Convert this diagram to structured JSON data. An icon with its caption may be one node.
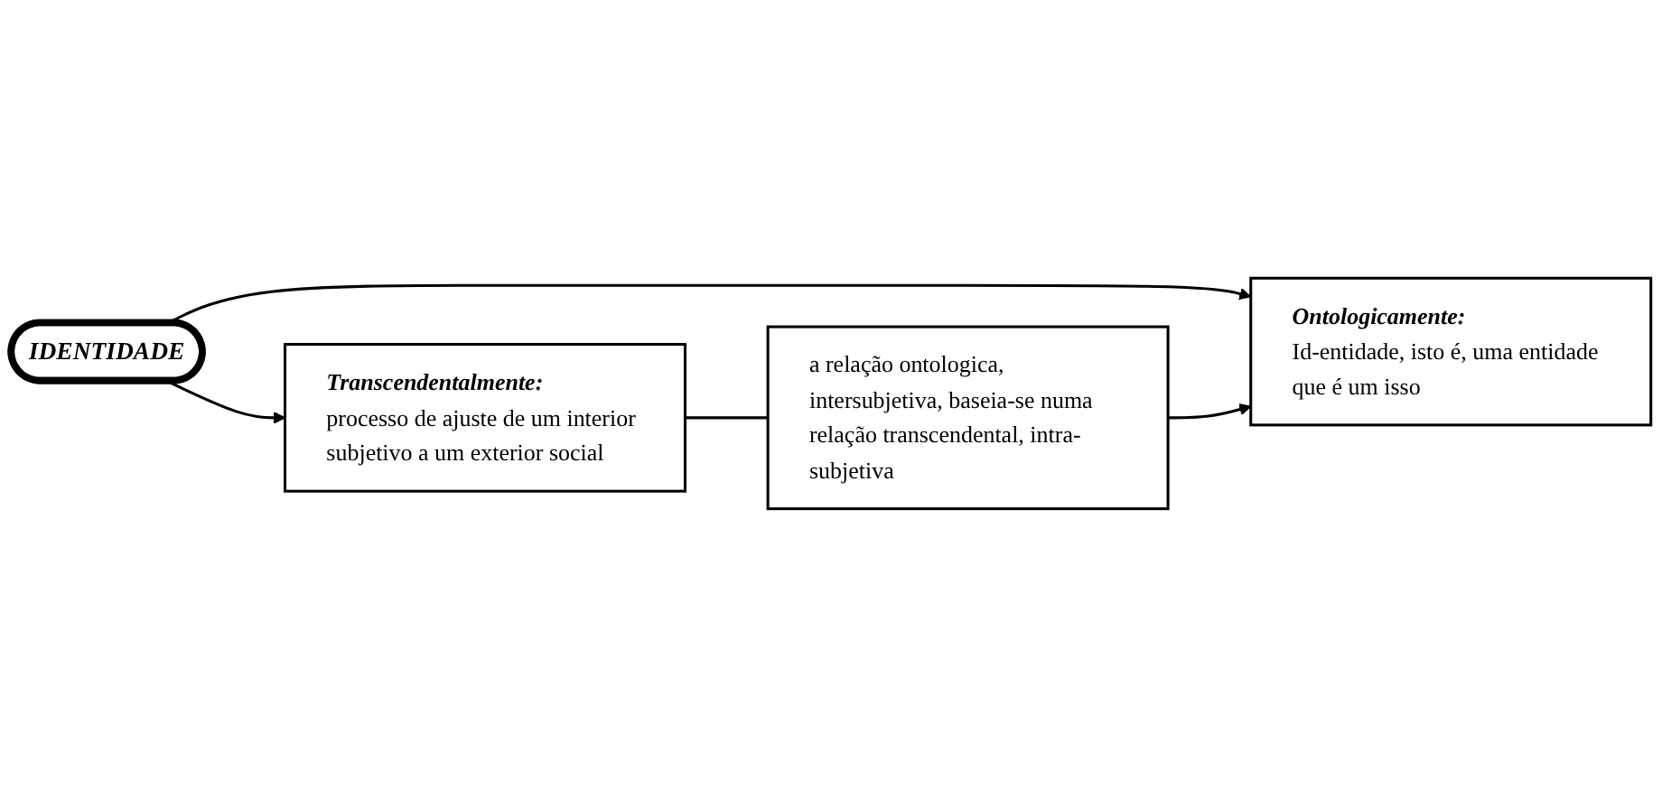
{
  "diagram": {
    "nodes": [
      {
        "text": [
          "IDENTIDADE"
        ]
      },
      {
        "text": [
          "Transcendentalmente:",
          "processo de ajuste de um interior subjetivo a um exterior social"
        ]
      },
      {
        "text": [
          "Ontologicamente:",
          "Id-entidade, isto é, uma entidade que é um isso"
        ]
      },
      {
        "text": [
          "a relação ontologica, intersubjetiva, baseia-se numa relação transcendental, intra-subjetiva"
        ]
      }
    ],
    "edges": [
      {
        "from": 0,
        "to": 1,
        "arrow": "to"
      },
      {
        "from": 0,
        "to": 2,
        "arrow": "to"
      },
      {
        "from": 1,
        "to": 3,
        "arrow": "none"
      },
      {
        "from": 3,
        "to": 2,
        "arrow": "to"
      }
    ]
  }
}
